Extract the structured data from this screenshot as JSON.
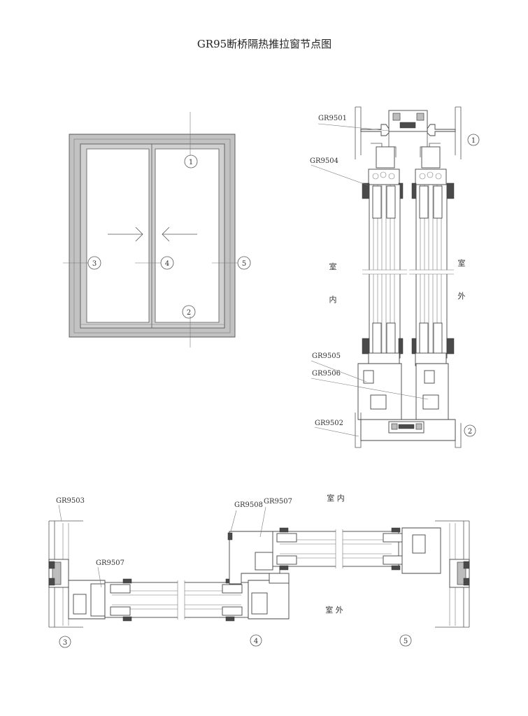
{
  "title": "GR95断桥隔热推拉窗节点图",
  "elevation": {
    "markers": [
      "1",
      "2",
      "3",
      "4",
      "5"
    ]
  },
  "vertical_section": {
    "labels": [
      "GR9501",
      "GR9504",
      "GR9505",
      "GR9506",
      "GR9502"
    ],
    "indoor": [
      "室",
      "内"
    ],
    "outdoor": [
      "室",
      "外"
    ],
    "markers": [
      "1",
      "2"
    ]
  },
  "horizontal_section": {
    "labels": [
      "GR9503",
      "GR9507",
      "GR9508",
      "GR9507"
    ],
    "indoor": "室 内",
    "outdoor": "室 外",
    "markers": [
      "3",
      "4",
      "5"
    ]
  }
}
